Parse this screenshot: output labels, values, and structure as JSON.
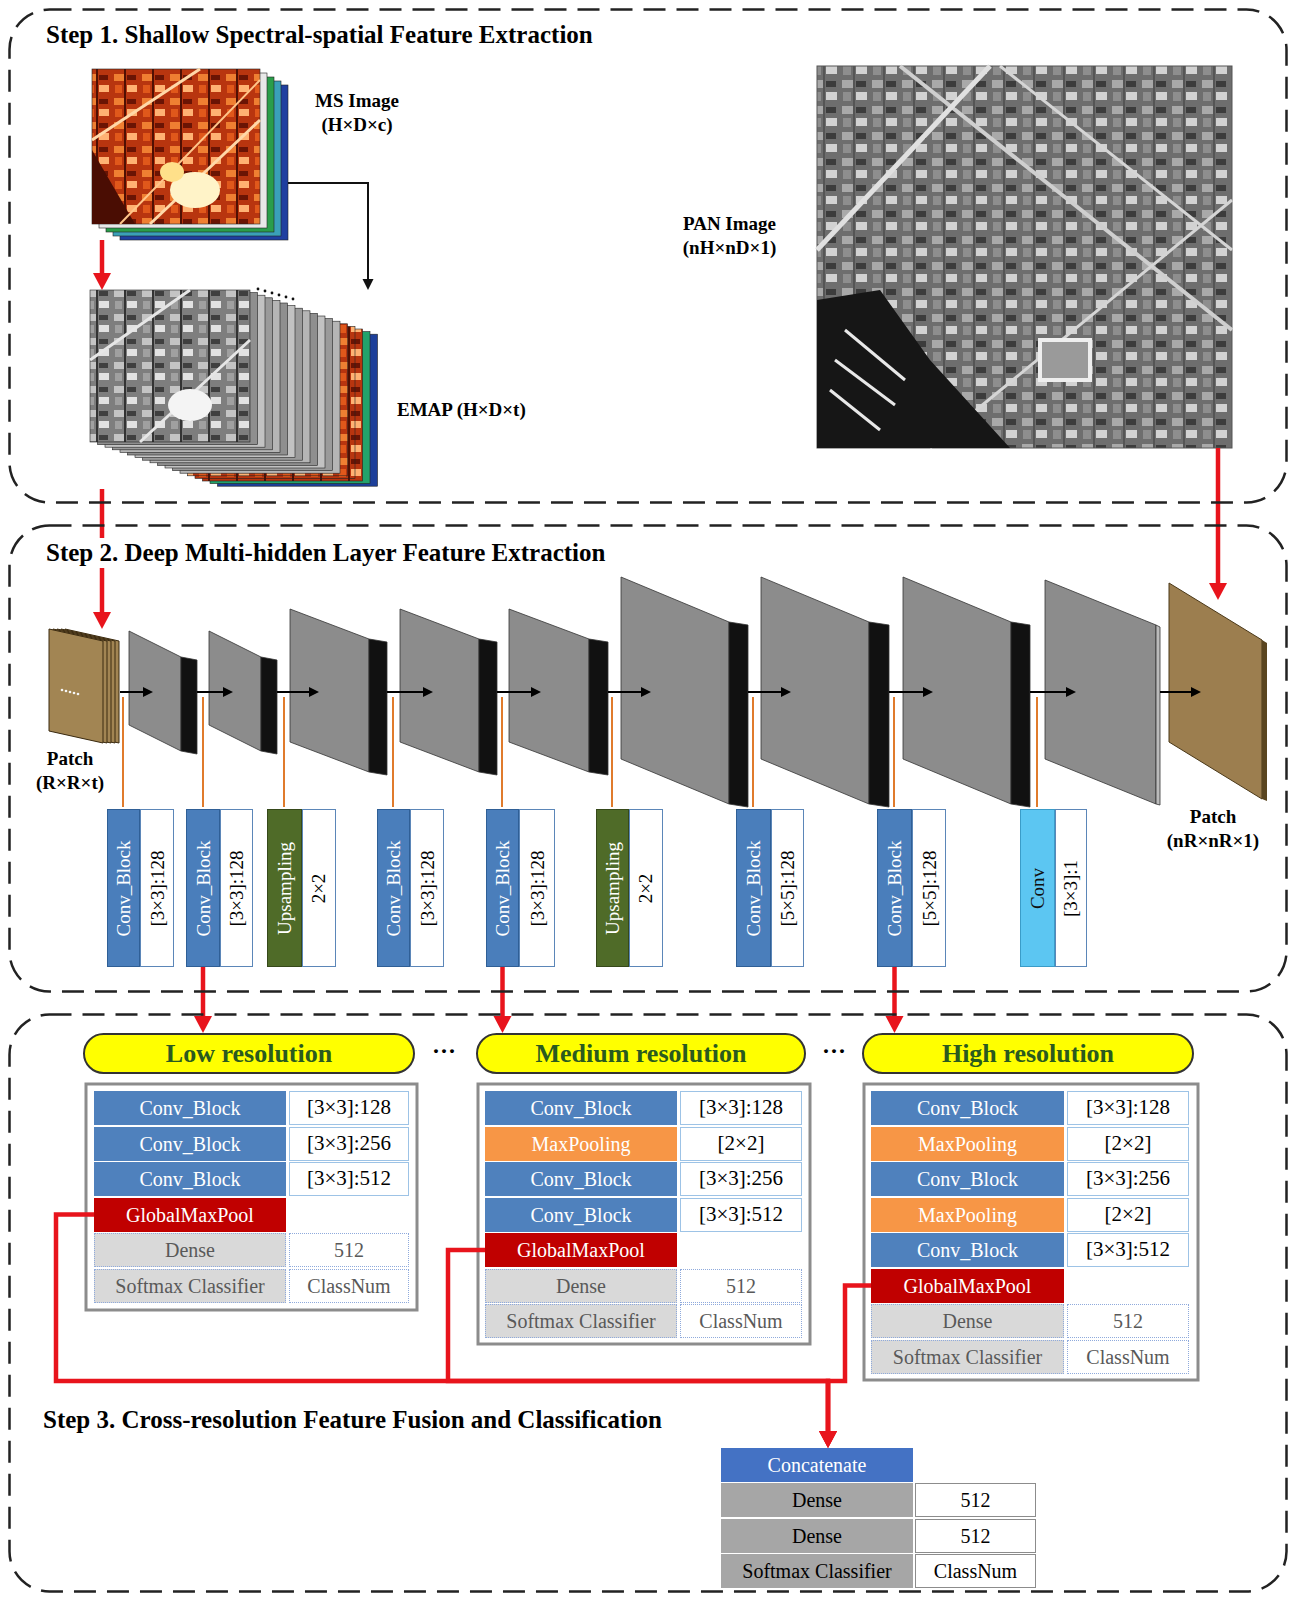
{
  "diagram": {
    "nodes": [
      {
        "text": [
          "Step 1. Shallow Spectral-spatial Feature Extraction"
        ]
      },
      {
        "text": [
          "MS Image (H×D×c)"
        ],
        "in": 0
      },
      {
        "text": [
          "PAN Image (nH×nD×1)"
        ],
        "in": 0
      },
      {
        "text": [
          "EMAP (H×D×t)"
        ],
        "in": 0
      },
      {
        "text": [
          "Step 2. Deep Multi-hidden Layer Feature Extraction"
        ]
      },
      {
        "text": [
          "Patch (R×R×t)"
        ],
        "in": 4
      },
      {
        "text": [
          "Conv_Block"
        ],
        "in": 4
      },
      {
        "text": [
          "[3×3]:128"
        ],
        "in": 4
      },
      {
        "text": [
          "Conv_Block"
        ],
        "in": 4
      },
      {
        "text": [
          "[3×3]:128"
        ],
        "in": 4
      },
      {
        "text": [
          "Upsampling"
        ],
        "in": 4
      },
      {
        "text": [
          "2×2"
        ],
        "in": 4
      },
      {
        "text": [
          "Conv_Block"
        ],
        "in": 4
      },
      {
        "text": [
          "[3×3]:128"
        ],
        "in": 4
      },
      {
        "text": [
          "Conv_Block"
        ],
        "in": 4
      },
      {
        "text": [
          "[3×3]:128"
        ],
        "in": 4
      },
      {
        "text": [
          "Upsampling"
        ],
        "in": 4
      },
      {
        "text": [
          "2×2"
        ],
        "in": 4
      },
      {
        "text": [
          "Conv_Block"
        ],
        "in": 4
      },
      {
        "text": [
          "[5×5]:128"
        ],
        "in": 4
      },
      {
        "text": [
          "Conv_Block"
        ],
        "in": 4
      },
      {
        "text": [
          "[5×5]:128"
        ],
        "in": 4
      },
      {
        "text": [
          "Conv"
        ],
        "in": 4
      },
      {
        "text": [
          "[3×3]:1"
        ],
        "in": 4
      },
      {
        "text": [
          "Patch (nR×nR×1)"
        ],
        "in": 4
      },
      {
        "text": [
          "Step 3. Cross-resolution Feature Fusion and Classification"
        ]
      },
      {
        "text": [
          "Low resolution"
        ],
        "in": 25
      },
      {
        "text": [
          "Medium resolution"
        ],
        "in": 25
      },
      {
        "text": [
          "High resolution"
        ],
        "in": 25
      },
      {
        "text": [
          "Conv_Block"
        ],
        "in": 25
      },
      {
        "text": [
          "[3×3]:128"
        ],
        "in": 25
      },
      {
        "text": [
          "Conv_Block"
        ],
        "in": 25
      },
      {
        "text": [
          "[3×3]:256"
        ],
        "in": 25
      },
      {
        "text": [
          "Conv_Block"
        ],
        "in": 25
      },
      {
        "text": [
          "[3×3]:512"
        ],
        "in": 25
      },
      {
        "text": [
          "GlobalMaxPool"
        ],
        "in": 25
      },
      {
        "text": [
          "Dense"
        ],
        "in": 25
      },
      {
        "text": [
          "512"
        ],
        "in": 25
      },
      {
        "text": [
          "Softmax Classifier"
        ],
        "in": 25
      },
      {
        "text": [
          "ClassNum"
        ],
        "in": 25
      },
      {
        "text": [
          "Conv_Block"
        ],
        "in": 25
      },
      {
        "text": [
          "[3×3]:128"
        ],
        "in": 25
      },
      {
        "text": [
          "MaxPooling"
        ],
        "in": 25
      },
      {
        "text": [
          "[2×2]"
        ],
        "in": 25
      },
      {
        "text": [
          "Conv_Block"
        ],
        "in": 25
      },
      {
        "text": [
          "[3×3]:256"
        ],
        "in": 25
      },
      {
        "text": [
          "Conv_Block"
        ],
        "in": 25
      },
      {
        "text": [
          "[3×3]:512"
        ],
        "in": 25
      },
      {
        "text": [
          "GlobalMaxPool"
        ],
        "in": 25
      },
      {
        "text": [
          "Dense"
        ],
        "in": 25
      },
      {
        "text": [
          "512"
        ],
        "in": 25
      },
      {
        "text": [
          "Softmax Classifier"
        ],
        "in": 25
      },
      {
        "text": [
          "ClassNum"
        ],
        "in": 25
      },
      {
        "text": [
          "Conv_Block"
        ],
        "in": 25
      },
      {
        "text": [
          "[3×3]:128"
        ],
        "in": 25
      },
      {
        "text": [
          "MaxPooling"
        ],
        "in": 25
      },
      {
        "text": [
          "[2×2]"
        ],
        "in": 25
      },
      {
        "text": [
          "Conv_Block"
        ],
        "in": 25
      },
      {
        "text": [
          "[3×3]:256"
        ],
        "in": 25
      },
      {
        "text": [
          "MaxPooling"
        ],
        "in": 25
      },
      {
        "text": [
          "[2×2]"
        ],
        "in": 25
      },
      {
        "text": [
          "Conv_Block"
        ],
        "in": 25
      },
      {
        "text": [
          "[3×3]:512"
        ],
        "in": 25
      },
      {
        "text": [
          "GlobalMaxPool"
        ],
        "in": 25
      },
      {
        "text": [
          "Dense"
        ],
        "in": 25
      },
      {
        "text": [
          "512"
        ],
        "in": 25
      },
      {
        "text": [
          "Softmax Classifier"
        ],
        "in": 25
      },
      {
        "text": [
          "ClassNum"
        ],
        "in": 25
      },
      {
        "text": [
          "Concatenate"
        ],
        "in": 25
      },
      {
        "text": [
          "Dense"
        ],
        "in": 25
      },
      {
        "text": [
          "512"
        ],
        "in": 25
      },
      {
        "text": [
          "Dense"
        ],
        "in": 25
      },
      {
        "text": [
          "512"
        ],
        "in": 25
      },
      {
        "text": [
          "Softmax Classifier"
        ],
        "in": 25
      },
      {
        "text": [
          "ClassNum"
        ],
        "in": 25
      }
    ],
    "edges": [
      {
        "from": 1,
        "to": 3,
        "arrow": "to"
      },
      {
        "from": 1,
        "to": 3,
        "arrow": "to"
      },
      {
        "from": 3,
        "to": 5,
        "arrow": "to"
      },
      {
        "from": 2,
        "to": 24,
        "arrow": "to"
      },
      {
        "from": 8,
        "to": 26,
        "arrow": "to"
      },
      {
        "from": 14,
        "to": 27,
        "arrow": "to"
      },
      {
        "from": 20,
        "to": 28,
        "arrow": "to"
      },
      {
        "from": 35,
        "to": 68,
        "arrow": "to"
      },
      {
        "from": 48,
        "to": 68,
        "arrow": "to"
      },
      {
        "from": 63,
        "to": 68,
        "arrow": "to"
      }
    ],
    "labels": [
      "···",
      "···"
    ]
  }
}
